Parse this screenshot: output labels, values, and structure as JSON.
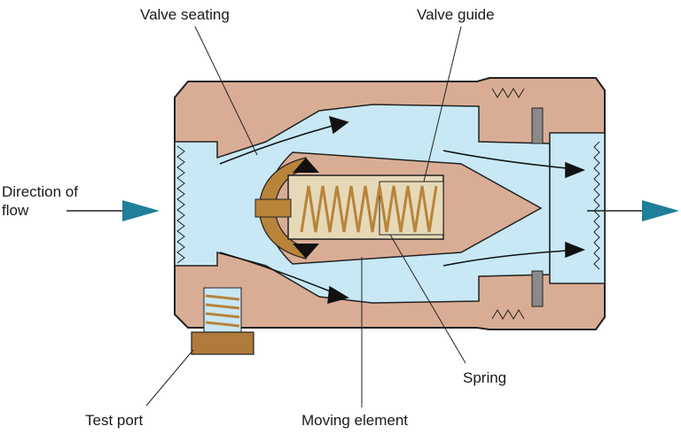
{
  "labels": {
    "valve_seating": "Valve seating",
    "valve_guide": "Valve guide",
    "direction_of_flow": "Direction of flow",
    "spring": "Spring",
    "test_port": "Test port",
    "moving_element": "Moving element"
  },
  "colors": {
    "body": "#d9ad95",
    "fluid": "#c8e8f5",
    "outline": "#222222",
    "flow_arrow": "#1f7f9a",
    "guide": "#e6d9b8",
    "spring": "#b8843a",
    "nut": "#b07a3a",
    "gasket": "#8a8a8a"
  },
  "icons": {
    "inlet_arrow": "flow-arrow-right-icon",
    "outlet_arrow": "flow-arrow-right-icon"
  }
}
